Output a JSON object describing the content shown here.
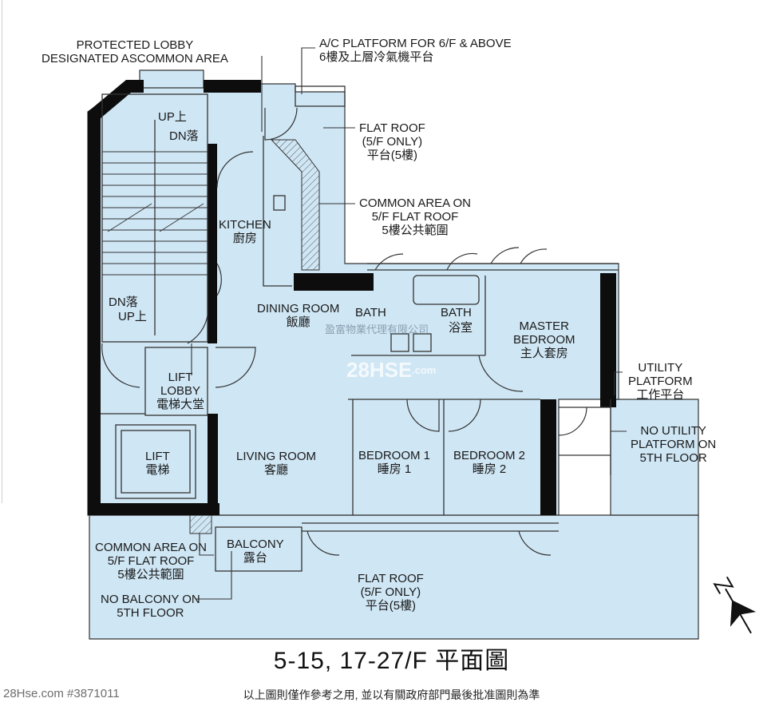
{
  "labels": {
    "protected_lobby": [
      "PROTECTED LOBBY",
      "DESIGNATED ASCOMMON AREA"
    ],
    "ac_platform": [
      "A/C PLATFORM FOR 6/F & ABOVE",
      "6樓及上層冷氣機平台"
    ],
    "flat_roof_top": [
      "FLAT ROOF",
      "(5/F ONLY)",
      "平台(5樓)"
    ],
    "common_area_top": [
      "COMMON AREA ON",
      "5/F FLAT ROOF",
      "5樓公共範圍"
    ],
    "up_top": "UP上",
    "dn_top": "DN落",
    "kitchen": [
      "KITCHEN",
      "廚房"
    ],
    "dn_bottom": "DN落",
    "up_bottom": "UP上",
    "dining_room": [
      "DINING ROOM",
      "飯廳"
    ],
    "bath1": "BATH",
    "bath2": "BATH",
    "bath_cn": "浴室",
    "master_bedroom": [
      "MASTER",
      "BEDROOM",
      "主人套房"
    ],
    "utility_platform": [
      "UTILITY",
      "PLATFORM",
      "工作平台"
    ],
    "no_utility": [
      "NO UTILITY",
      "PLATFORM ON",
      "5TH FLOOR"
    ],
    "lift_lobby": [
      "LIFT",
      "LOBBY",
      "電梯大堂"
    ],
    "lift": [
      "LIFT",
      "電梯"
    ],
    "living_room": [
      "LIVING ROOM",
      "客廳"
    ],
    "bedroom1": [
      "BEDROOM 1",
      "睡房 1"
    ],
    "bedroom2": [
      "BEDROOM 2",
      "睡房 2"
    ],
    "common_area_bottom": [
      "COMMON AREA ON",
      "5/F FLAT ROOF",
      "5樓公共範圍"
    ],
    "balcony": [
      "BALCONY",
      "露台"
    ],
    "no_balcony": [
      "NO BALCONY ON",
      "5TH FLOOR"
    ],
    "flat_roof_bottom": [
      "FLAT ROOF",
      "(5/F ONLY)",
      "平台(5樓)"
    ]
  },
  "title": "5-15, 17-27/F 平面圖",
  "disclaimer": "以上圖則僅作參考之用, 並以有關政府部門最後批准圖則為準",
  "source_tag": "28Hse.com #3871011",
  "watermark": {
    "brand": "28HSE",
    "domain": ".com",
    "chinese": "盈富物業代理有限公司"
  },
  "colors": {
    "floor": "#cfe6f4",
    "wall": "#0d0d0d",
    "line": "#333333",
    "text": "#1a1a1a"
  }
}
